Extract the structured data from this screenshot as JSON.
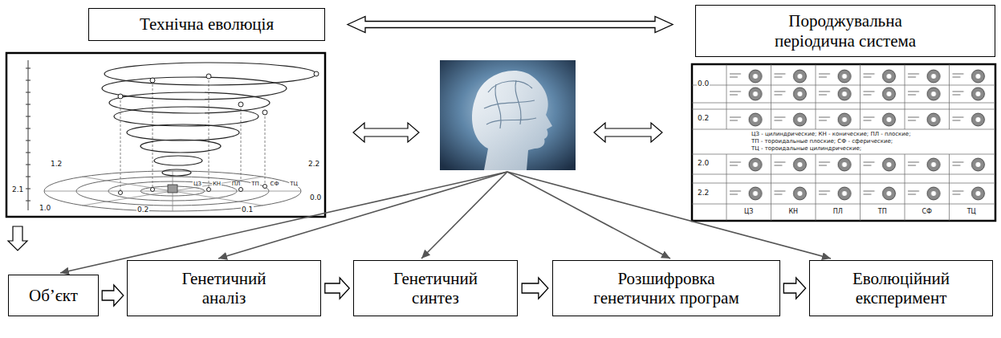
{
  "diagram": {
    "nodes": [
      {
        "text": [
          "Технічна еволюція"
        ]
      },
      {
        "text": [
          "Породжувальна періодична система"
        ]
      },
      {
        "text": [
          "Об’єкт"
        ]
      },
      {
        "text": [
          "Генетичний аналіз"
        ]
      },
      {
        "text": [
          "Генетичний синтез"
        ]
      },
      {
        "text": [
          "Розшифровка генетичних програм"
        ]
      },
      {
        "text": [
          "Еволюційний експеримент"
        ]
      }
    ],
    "edges": [
      {
        "from": 0,
        "to": 1,
        "arrow": "both"
      },
      {
        "from": 2,
        "to": 3,
        "arrow": "to"
      },
      {
        "from": 3,
        "to": 4,
        "arrow": "to"
      },
      {
        "from": 4,
        "to": 5,
        "arrow": "to"
      },
      {
        "from": 5,
        "to": 6,
        "arrow": "to"
      }
    ],
    "labels": [
      "1.2",
      "2.2",
      "2.1",
      "1.0",
      "0.2",
      "0.1",
      "0.0",
      "ЦЗ",
      "КН",
      "ПЛ",
      "ТП",
      "СФ",
      "ТЦ",
      "0.0",
      "0.2",
      "2.0",
      "2.2",
      "ЦЗ",
      "КН",
      "ПЛ",
      "ТП",
      "СФ",
      "ТЦ",
      "ЦЗ - цилиндрические; КН - конические; ПЛ - плоские;",
      "ТП - тороидальные плоские; СФ - сферические;",
      "ТЦ - тороидальные цилиндрические;"
    ]
  }
}
